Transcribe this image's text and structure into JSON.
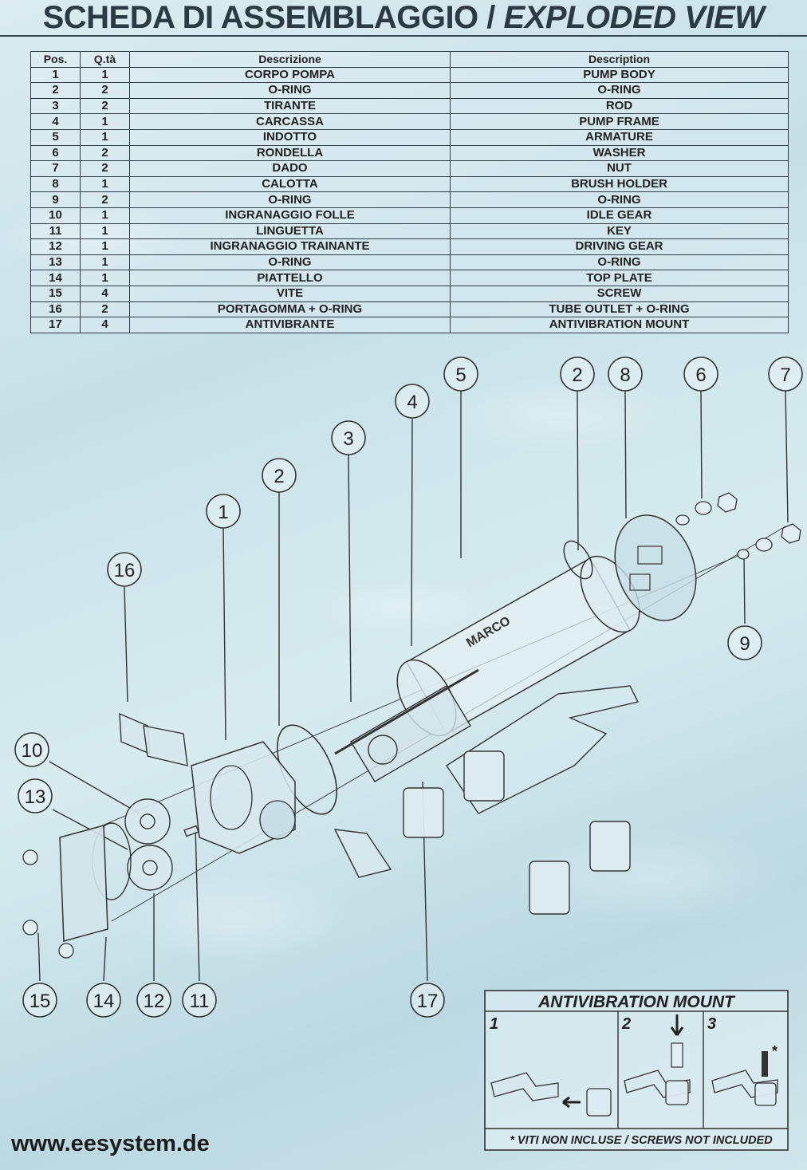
{
  "header": {
    "title_it": "SCHEDA DI ASSEMBLAGGIO / ",
    "title_en": "EXPLODED VIEW"
  },
  "parts_table": {
    "columns": [
      "Pos.",
      "Q.tà",
      "Descrizione",
      "Description"
    ],
    "rows": [
      [
        "1",
        "1",
        "CORPO POMPA",
        "PUMP BODY"
      ],
      [
        "2",
        "2",
        "O-RING",
        "O-RING"
      ],
      [
        "3",
        "2",
        "TIRANTE",
        "ROD"
      ],
      [
        "4",
        "1",
        "CARCASSA",
        "PUMP FRAME"
      ],
      [
        "5",
        "1",
        "INDOTTO",
        "ARMATURE"
      ],
      [
        "6",
        "2",
        "RONDELLA",
        "WASHER"
      ],
      [
        "7",
        "2",
        "DADO",
        "NUT"
      ],
      [
        "8",
        "1",
        "CALOTTA",
        "BRUSH HOLDER"
      ],
      [
        "9",
        "2",
        "O-RING",
        "O-RING"
      ],
      [
        "10",
        "1",
        "INGRANAGGIO FOLLE",
        "IDLE GEAR"
      ],
      [
        "11",
        "1",
        "LINGUETTA",
        "KEY"
      ],
      [
        "12",
        "1",
        "INGRANAGGIO TRAINANTE",
        "DRIVING GEAR"
      ],
      [
        "13",
        "1",
        "O-RING",
        "O-RING"
      ],
      [
        "14",
        "1",
        "PIATTELLO",
        "TOP PLATE"
      ],
      [
        "15",
        "4",
        "VITE",
        "SCREW"
      ],
      [
        "16",
        "2",
        "PORTAGOMMA + O-RING",
        "TUBE OUTLET + O-RING"
      ],
      [
        "17",
        "4",
        "ANTIVIBRANTE",
        "ANTIVIBRATION MOUNT"
      ]
    ]
  },
  "callouts": [
    "1",
    "2",
    "3",
    "4",
    "5",
    "2",
    "8",
    "6",
    "7",
    "16",
    "9",
    "10",
    "13",
    "15",
    "14",
    "12",
    "11",
    "17"
  ],
  "antivibration_box": {
    "title": "ANTIVIBRATION MOUNT",
    "steps": [
      "1",
      "2",
      "3"
    ],
    "asterisk": "*",
    "footnote": "* VITI NON INCLUSE / SCREWS NOT INCLUDED"
  },
  "pump_label": "MARCO",
  "website": "www.eesystem.de"
}
